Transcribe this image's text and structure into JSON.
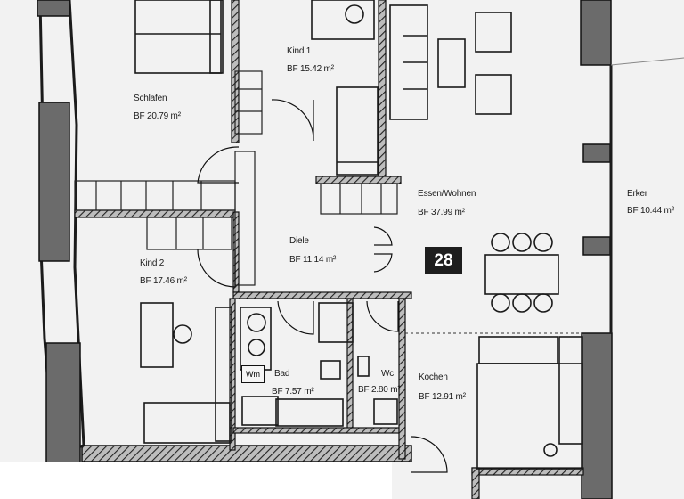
{
  "unit_number": "28",
  "rooms": {
    "schlafen": {
      "name": "Schlafen",
      "area": "BF 20.79 m²"
    },
    "kind1": {
      "name": "Kind 1",
      "area": "BF 15.42 m²"
    },
    "essen": {
      "name": "Essen/Wohnen",
      "area": "BF 37.99 m²"
    },
    "erker": {
      "name": "Erker",
      "area": "BF 10.44 m²"
    },
    "diele": {
      "name": "Diele",
      "area": "BF 11.14 m²"
    },
    "kind2": {
      "name": "Kind 2",
      "area": "BF 17.46 m²"
    },
    "bad": {
      "name": "Bad",
      "area": "BF 7.57 m²"
    },
    "wc": {
      "name": "Wc",
      "area": "BF 2.80 m²"
    },
    "kochen": {
      "name": "Kochen",
      "area": "BF 12.91 m²"
    }
  },
  "fixtures": {
    "washer": "Wm"
  },
  "colors": {
    "wall": "#1c1c1c",
    "window": "#555555",
    "background": "#f2f2f2"
  }
}
